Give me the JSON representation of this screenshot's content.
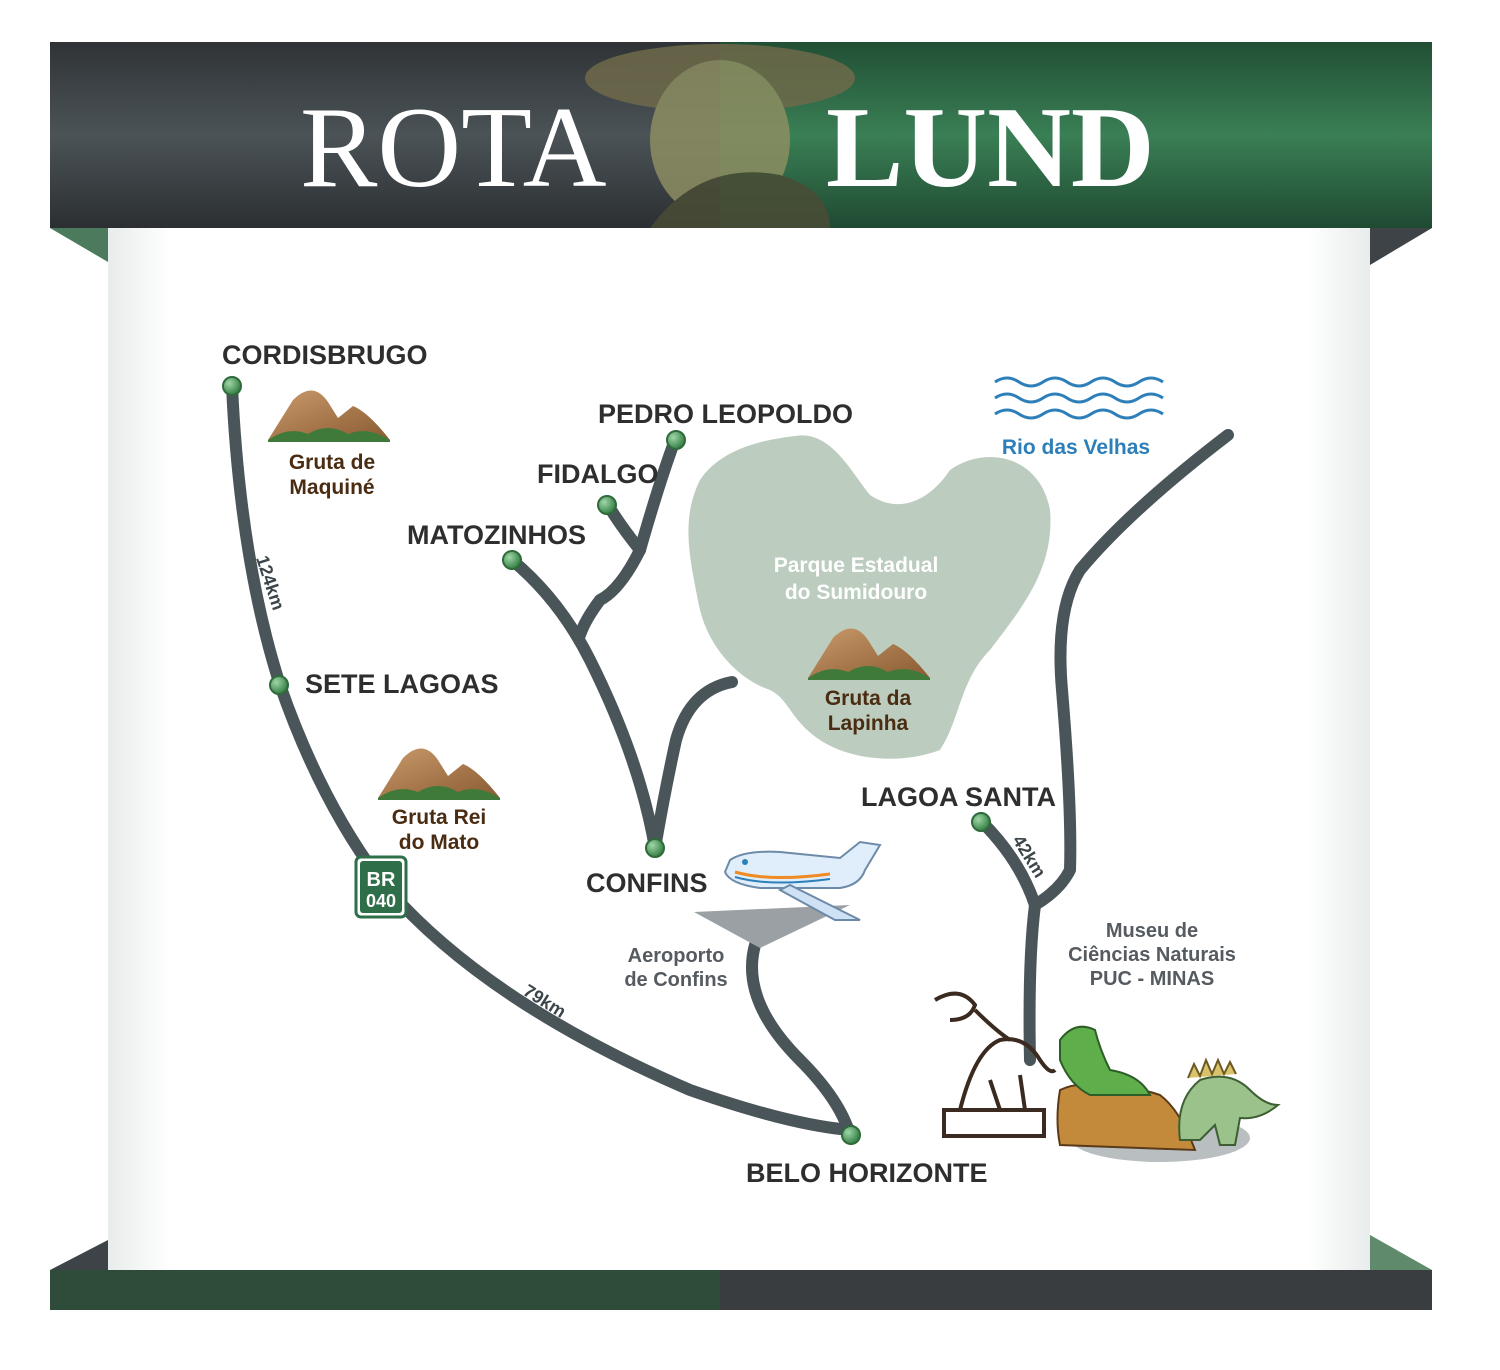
{
  "banner": {
    "title_left": "ROTA",
    "title_right": "LUND"
  },
  "cities": {
    "cordisburgo": "CORDISBRUGO",
    "sete_lagoas": "SETE LAGOAS",
    "pedro_leopoldo": "PEDRO LEOPOLDO",
    "fidalgo": "FIDALGO",
    "matozinhos": "MATOZINHOS",
    "confins": "CONFINS",
    "lagoa_santa": "LAGOA SANTA",
    "belo_horizonte": "BELO HORIZONTE"
  },
  "caves": {
    "maquine": [
      "Gruta de",
      "Maquiné"
    ],
    "rei_do_mato": [
      "Gruta Rei",
      "do Mato"
    ],
    "lapinha": [
      "Gruta da",
      "Lapinha"
    ]
  },
  "park": [
    "Parque Estadual",
    "do Sumidouro"
  ],
  "river": "Rio das Velhas",
  "airport": [
    "Aeroporto",
    "de Confins"
  ],
  "museum": [
    "Museu de",
    "Ciências Naturais",
    "PUC - MINAS"
  ],
  "distances": {
    "cordisburgo_sete_lagoas": "124km",
    "br040_belo_horizonte": "79km",
    "lagoa_santa_junction": "42km"
  },
  "highway_shield": {
    "line1": "BR",
    "line2": "040"
  },
  "colors": {
    "road": "#4a555a",
    "dark_band": "#3d4347",
    "green_band": "#2e6e48",
    "park": "#bccdbf",
    "node": "#3f8a4e"
  },
  "icons": [
    "mountain-icon",
    "wave-icon",
    "airplane-icon",
    "dinosaur-skeleton-icon",
    "dinosaurs-icon",
    "portrait-image"
  ]
}
